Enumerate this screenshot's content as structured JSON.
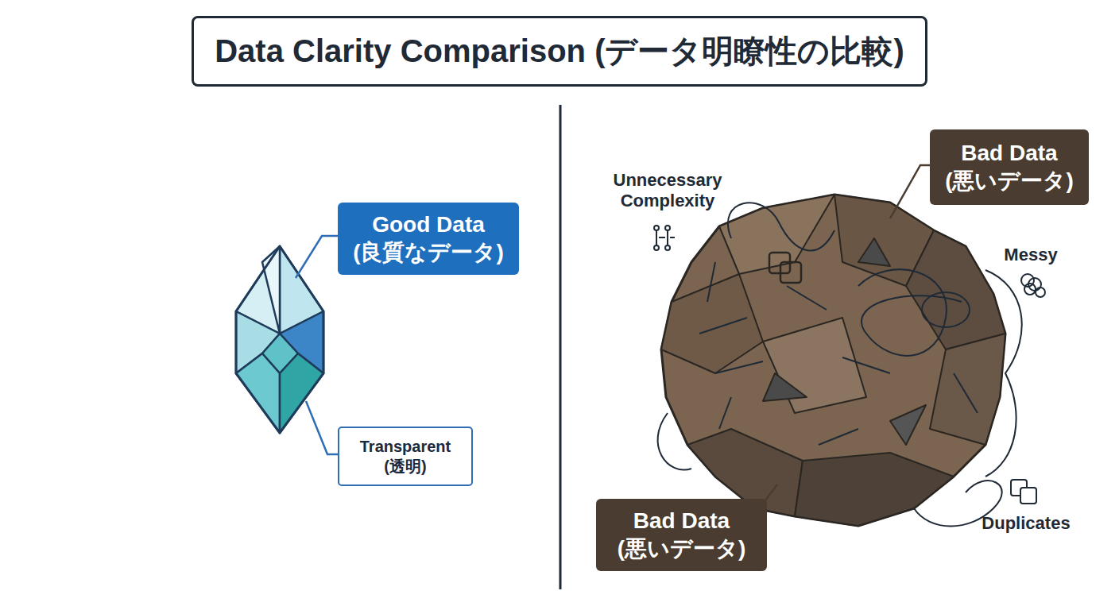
{
  "diagram": {
    "title": "Data Clarity Comparison (データ明瞭性の比較)",
    "nodes": [
      {
        "text": [
          "Good Data (良質なデータ)"
        ]
      },
      {
        "text": [
          "Transparent (透明)"
        ]
      },
      {
        "text": [
          "Bad Data (悪いデータ)"
        ]
      },
      {
        "text": [
          "Bad Data (悪いデータ)"
        ]
      }
    ],
    "labels": [
      "Unnecessary Complexity",
      "Messy",
      "Duplicates"
    ]
  }
}
